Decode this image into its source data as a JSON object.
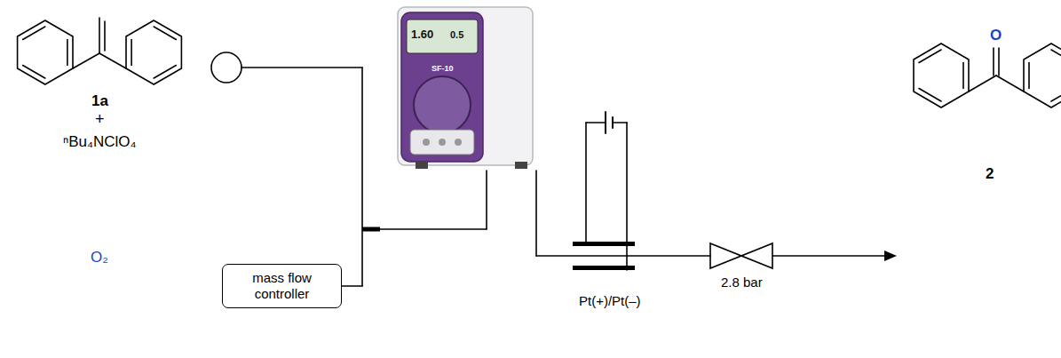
{
  "diagram": {
    "nodes": [
      {
        "text": [
          "mass flow controller"
        ]
      }
    ],
    "labels": [
      "1a",
      "+",
      "ⁿBu₄NClO₄",
      "O₂",
      "1.60",
      "0.5",
      "SF-10",
      "2.8 bar",
      "Pt(+)/Pt(–)",
      "O",
      "2"
    ]
  }
}
